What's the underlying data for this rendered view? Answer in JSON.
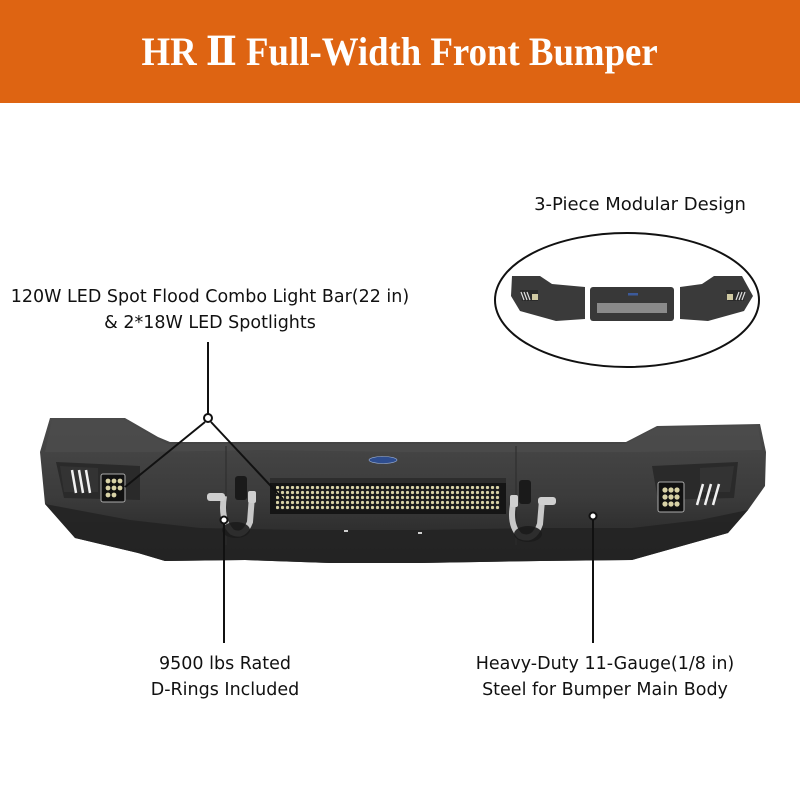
{
  "banner": {
    "title": "HR Ⅱ Full-Width Front Bumper",
    "background_color": "#de6412",
    "text_color": "#ffffff"
  },
  "callouts": {
    "modular": {
      "text": "3-Piece Modular Design"
    },
    "lightbar": {
      "line1": "120W LED Spot Flood Combo Light Bar(22 in)",
      "line2": "& 2*18W LED Spotlights"
    },
    "drings": {
      "line1": "9500 lbs Rated",
      "line2": "D-Rings Included"
    },
    "steel": {
      "line1": "Heavy-Duty 11-Gauge(1/8 in)",
      "line2": "Steel for Bumper Main Body"
    }
  },
  "images": {
    "main_product": "front-bumper-photo",
    "inset_product": "three-piece-bumper-exploded-view"
  },
  "colors": {
    "bumper_body": "#3a3a3a",
    "bumper_dark": "#262626",
    "callout_line": "#111111",
    "led": "#d8d2a6"
  }
}
